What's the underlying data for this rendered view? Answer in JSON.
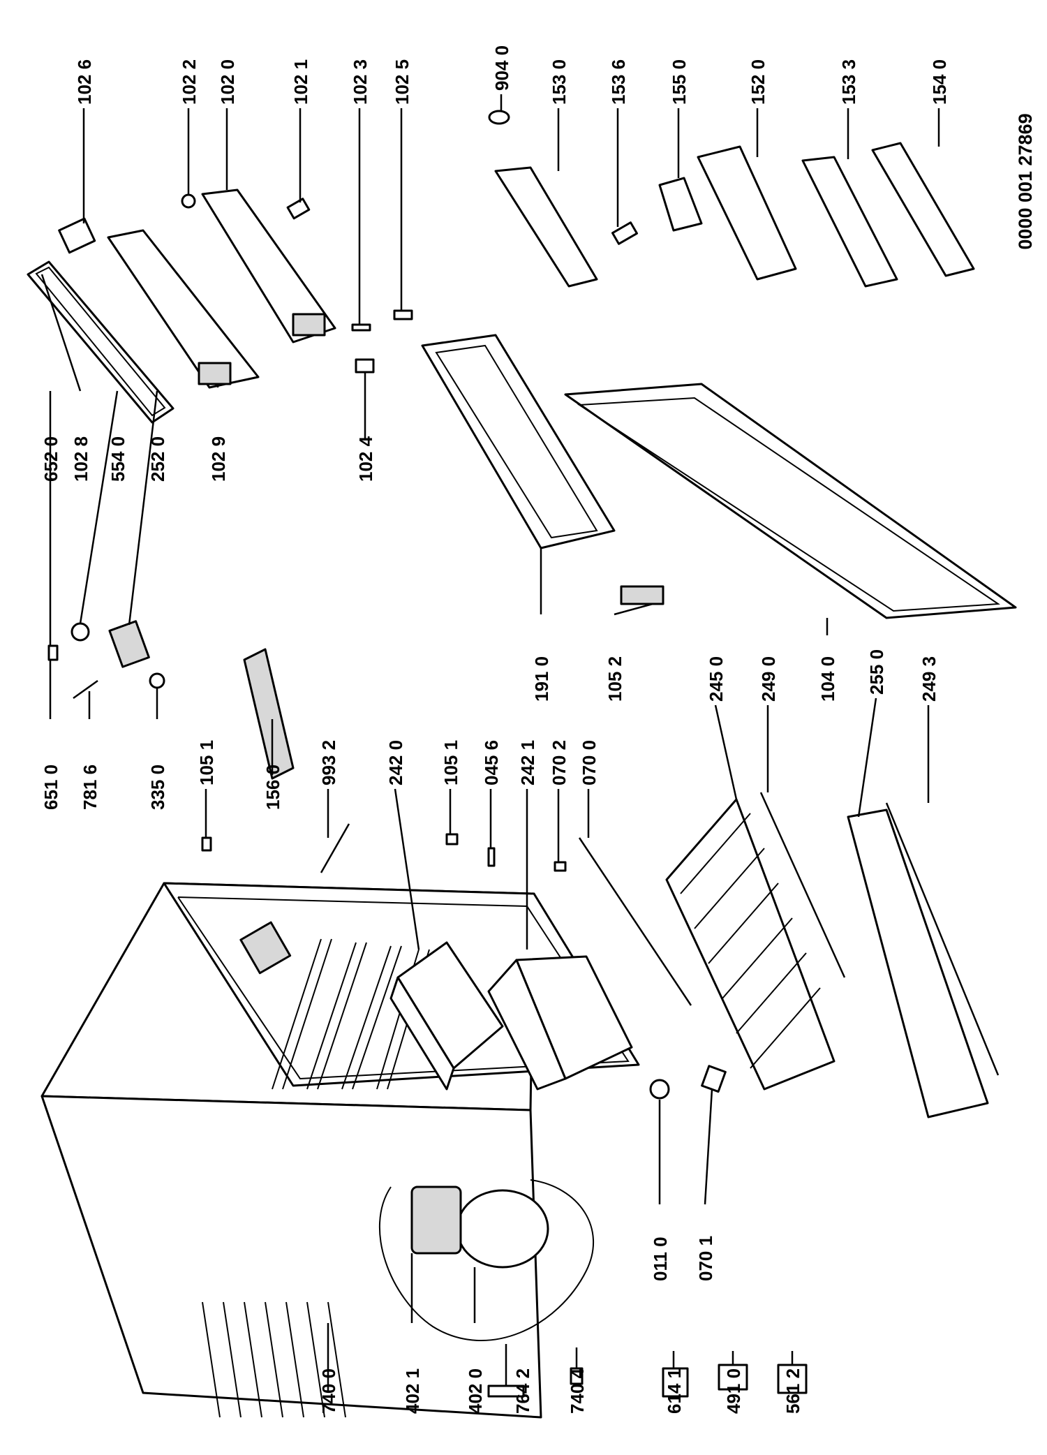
{
  "document_number": "0000 001 27869",
  "parts": [
    {
      "id": "p1026",
      "label": "102 6"
    },
    {
      "id": "p1022",
      "label": "102 2"
    },
    {
      "id": "p1020",
      "label": "102 0"
    },
    {
      "id": "p1021",
      "label": "102 1"
    },
    {
      "id": "p1023",
      "label": "102 3"
    },
    {
      "id": "p1025",
      "label": "102 5"
    },
    {
      "id": "p9040",
      "label": "904 0"
    },
    {
      "id": "p1530",
      "label": "153 0"
    },
    {
      "id": "p1536",
      "label": "153 6"
    },
    {
      "id": "p1550",
      "label": "155 0"
    },
    {
      "id": "p1520",
      "label": "152 0"
    },
    {
      "id": "p1533",
      "label": "153 3"
    },
    {
      "id": "p1540",
      "label": "154 0"
    },
    {
      "id": "p6520",
      "label": "652 0"
    },
    {
      "id": "p1028",
      "label": "102 8"
    },
    {
      "id": "p5540",
      "label": "554 0"
    },
    {
      "id": "p2520",
      "label": "252 0"
    },
    {
      "id": "p1029",
      "label": "102 9"
    },
    {
      "id": "p1024",
      "label": "102 4"
    },
    {
      "id": "p6510",
      "label": "651 0"
    },
    {
      "id": "p7816",
      "label": "781 6"
    },
    {
      "id": "p3350",
      "label": "335 0"
    },
    {
      "id": "p1051a",
      "label": "105 1"
    },
    {
      "id": "p1560",
      "label": "156 0"
    },
    {
      "id": "p9932",
      "label": "993 2"
    },
    {
      "id": "p2420",
      "label": "242 0"
    },
    {
      "id": "p1051b",
      "label": "105 1"
    },
    {
      "id": "p0456",
      "label": "045 6"
    },
    {
      "id": "p2421",
      "label": "242 1"
    },
    {
      "id": "p0702",
      "label": "070 2"
    },
    {
      "id": "p0700",
      "label": "070 0"
    },
    {
      "id": "p1910",
      "label": "191 0"
    },
    {
      "id": "p1052",
      "label": "105 2"
    },
    {
      "id": "p2450",
      "label": "245 0"
    },
    {
      "id": "p2490",
      "label": "249 0"
    },
    {
      "id": "p1040",
      "label": "104 0"
    },
    {
      "id": "p2550",
      "label": "255 0"
    },
    {
      "id": "p2493",
      "label": "249 3"
    },
    {
      "id": "p7400",
      "label": "740 0"
    },
    {
      "id": "p4021",
      "label": "402 1"
    },
    {
      "id": "p4020",
      "label": "402 0"
    },
    {
      "id": "p7642",
      "label": "764 2"
    },
    {
      "id": "p7404",
      "label": "740 4"
    },
    {
      "id": "p6141",
      "label": "614 1"
    },
    {
      "id": "p4910",
      "label": "491 0"
    },
    {
      "id": "p5612",
      "label": "561 2"
    },
    {
      "id": "p0110",
      "label": "011 0"
    },
    {
      "id": "p0701",
      "label": "070 1"
    }
  ]
}
